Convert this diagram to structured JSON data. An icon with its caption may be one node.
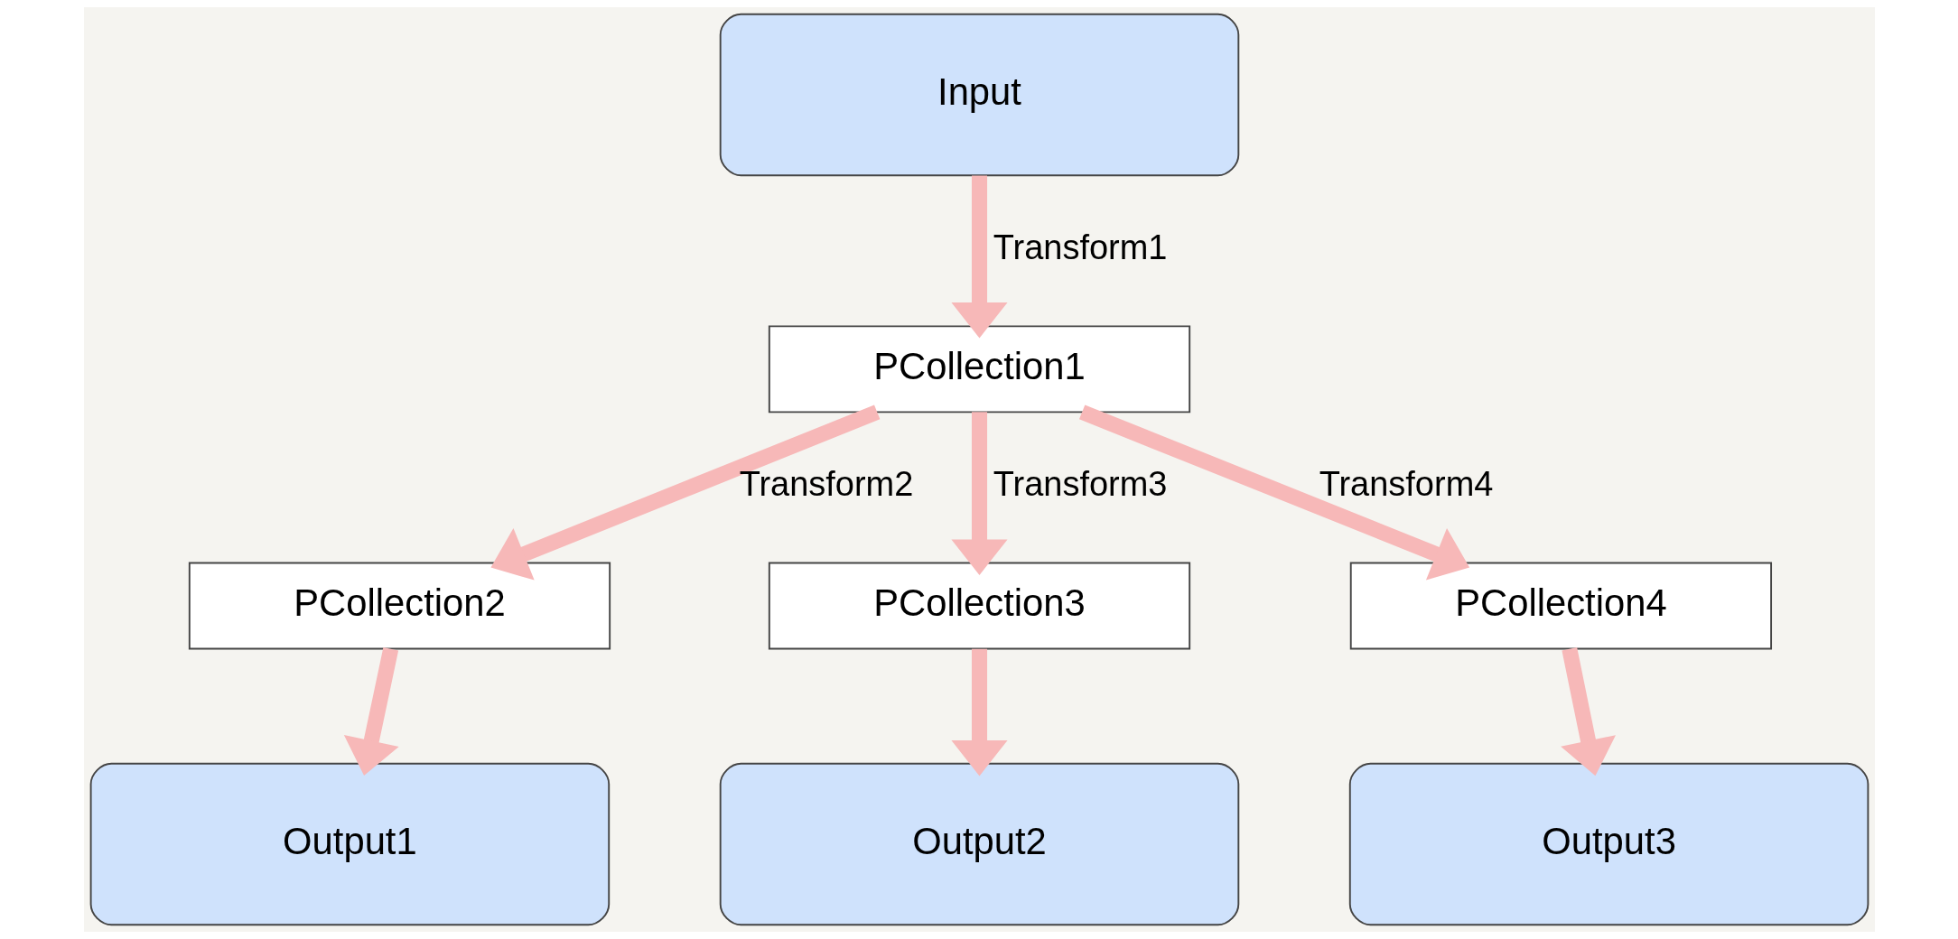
{
  "diagram": {
    "nodes": [
      {
        "text": [
          "Input"
        ]
      },
      {
        "text": [
          "PCollection1"
        ]
      },
      {
        "text": [
          "PCollection2"
        ]
      },
      {
        "text": [
          "PCollection3"
        ]
      },
      {
        "text": [
          "PCollection4"
        ]
      },
      {
        "text": [
          "Output1"
        ]
      },
      {
        "text": [
          "Output2"
        ]
      },
      {
        "text": [
          "Output3"
        ]
      }
    ],
    "edges": [
      {
        "from": 0,
        "to": 1,
        "arrow": "to",
        "label": "Transform1"
      },
      {
        "from": 1,
        "to": 2,
        "arrow": "to",
        "label": "Transform2"
      },
      {
        "from": 1,
        "to": 3,
        "arrow": "to",
        "label": "Transform3"
      },
      {
        "from": 1,
        "to": 4,
        "arrow": "to",
        "label": "Transform4"
      },
      {
        "from": 2,
        "to": 5,
        "arrow": "to"
      },
      {
        "from": 3,
        "to": 6,
        "arrow": "to"
      },
      {
        "from": 4,
        "to": 7,
        "arrow": "to"
      }
    ]
  }
}
